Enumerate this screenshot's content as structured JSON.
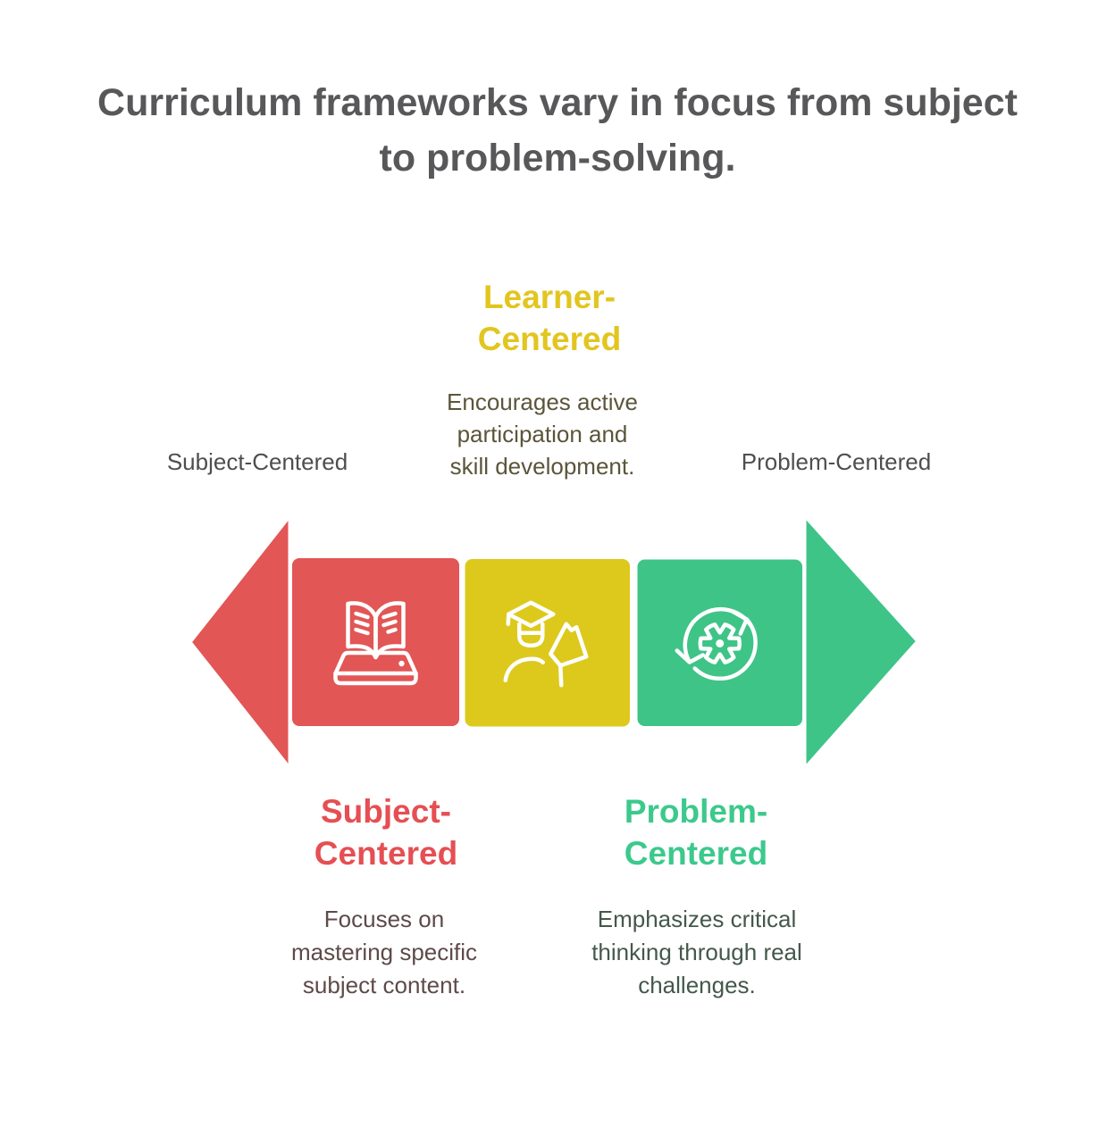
{
  "title": "Curriculum frameworks vary in focus from subject\nto problem-solving.",
  "axis_labels": {
    "left": "Subject-Centered",
    "right": "Problem-Centered"
  },
  "sections": {
    "learner": {
      "heading": "Learner-\nCentered",
      "description": "Encourages active\nparticipation and\nskill development.",
      "icon": "graduate-flag-icon",
      "color": "#ddc91c",
      "heading_color": "#e2c51f"
    },
    "subject": {
      "heading": "Subject-\nCentered",
      "description": "Focuses on\nmastering specific\nsubject content.",
      "icon": "open-book-icon",
      "color": "#e25655",
      "heading_color": "#e54f53"
    },
    "problem": {
      "heading": "Problem-\nCentered",
      "description": "Emphasizes critical\nthinking through real\nchallenges.",
      "icon": "cycle-gear-icon",
      "color": "#3ec487",
      "heading_color": "#3cc98c"
    }
  },
  "colors": {
    "background": "#ffffff",
    "title_text": "#58585a",
    "axis_label_text": "#4e4e50",
    "icon_stroke": "#ffffff"
  }
}
